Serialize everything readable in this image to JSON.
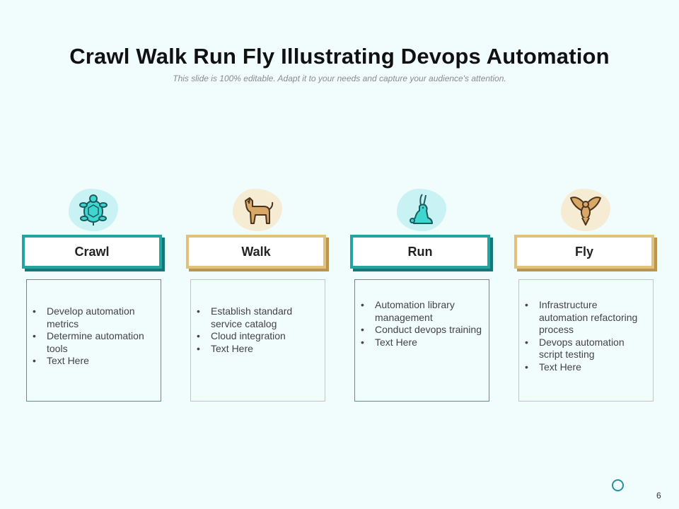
{
  "slide": {
    "title": "Crawl Walk Run Fly Illustrating Devops Automation",
    "subtitle": "This slide is 100% editable. Adapt it to your needs and capture your audience's attention.",
    "page_number": "6"
  },
  "columns": [
    {
      "label": "Crawl",
      "icon": "turtle-icon",
      "accent": "#24a3a3",
      "items": [
        "Develop automation metrics",
        "Determine automation tools",
        "Text Here"
      ]
    },
    {
      "label": "Walk",
      "icon": "dog-icon",
      "accent": "#e2c27a",
      "items": [
        "Establish standard service catalog",
        "Cloud integration",
        "Text Here"
      ]
    },
    {
      "label": "Run",
      "icon": "rabbit-icon",
      "accent": "#24a3a3",
      "items": [
        "Automation library management",
        "Conduct devops training",
        "Text Here"
      ]
    },
    {
      "label": "Fly",
      "icon": "bird-icon",
      "accent": "#e2c27a",
      "items": [
        "Infrastructure automation refactoring process",
        "Devops automation script testing",
        "Text Here"
      ]
    }
  ]
}
